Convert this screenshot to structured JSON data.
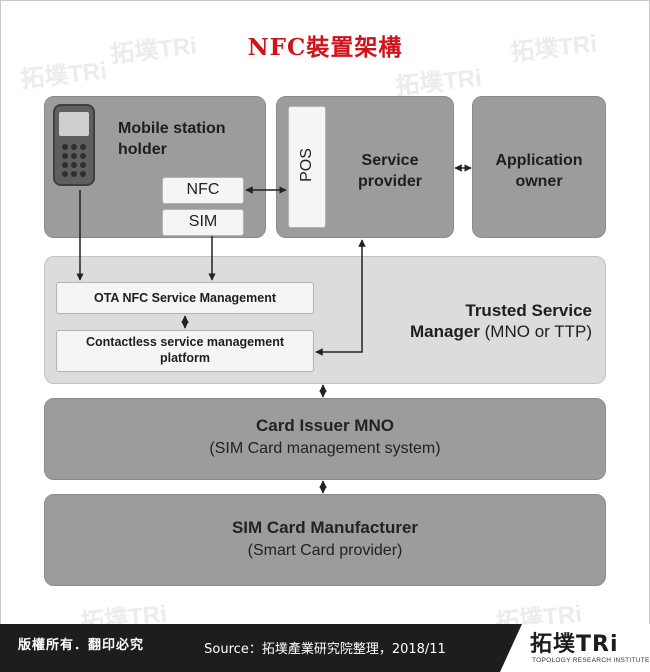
{
  "title": "NFC裝置架構",
  "watermark": "拓墣TRi",
  "diagram": {
    "mobile_station_holder": "Mobile station\nholder",
    "nfc": "NFC",
    "sim": "SIM",
    "pos": "POS",
    "service_provider": "Service\nprovider",
    "application_owner": "Application\nowner",
    "ota_nfc": "OTA NFC Service Management",
    "contactless": "Contactless service management\nplatform",
    "tsm_title": "Trusted Service",
    "tsm_manager": "Manager",
    "tsm_paren": " (MNO or TTP)",
    "card_issuer_title": "Card Issuer MNO",
    "card_issuer_sub": "(SIM Card management system)",
    "sim_mfr_title": "SIM Card Manufacturer",
    "sim_mfr_sub": "(Smart Card provider)"
  },
  "footer": {
    "rights": "版權所有．翻印必究",
    "source": "Source：拓墣產業研究院整理，2018/11",
    "logo_text": "拓墣TRi",
    "logo_sub": "TOPOLOGY RESEARCH INSTITUTE"
  },
  "colors": {
    "title": "#d0121b",
    "dark_box": "#9c9c9c",
    "light_box": "#dcdcdc",
    "footer_bg": "#1d1d1d"
  }
}
